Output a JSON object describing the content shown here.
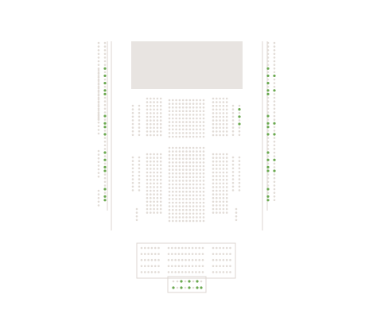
{
  "colors": {
    "background": "#ffffff",
    "stage_fill": "#e8e4e1",
    "outline": "#dcd6d1",
    "seat_unavailable": "#e2dcd7",
    "seat_available": "#6aa84f",
    "seat_selected": "#3f7f2c"
  },
  "seat_status_legend": [
    "unavailable",
    "available"
  ],
  "sections": {
    "stage": {
      "label": ""
    },
    "orchestra_left_wing": {
      "total_rows": 9
    },
    "orchestra_left": {
      "total_rows": 7
    },
    "orchestra_center": {
      "total_rows": 7
    },
    "orchestra_right": {
      "total_rows": 7
    },
    "orchestra_right_wing": {
      "total_rows": 9
    },
    "rear_left_wing": {
      "total_rows": 6
    },
    "rear_left": {
      "total_rows": 11
    },
    "rear_center": {
      "total_rows": 14
    },
    "rear_right": {
      "total_rows": 11
    },
    "rear_right_wing": {
      "total_rows": 6
    },
    "side_box_left": {
      "available_seats": 18
    },
    "side_box_right": {
      "available_seats": 18
    },
    "balcony_left": {
      "total_rows": 5
    },
    "balcony_center": {
      "total_rows": 5
    },
    "balcony_right": {
      "total_rows": 5
    },
    "front_box": {
      "total_rows": 2,
      "available_seats": 10
    }
  }
}
